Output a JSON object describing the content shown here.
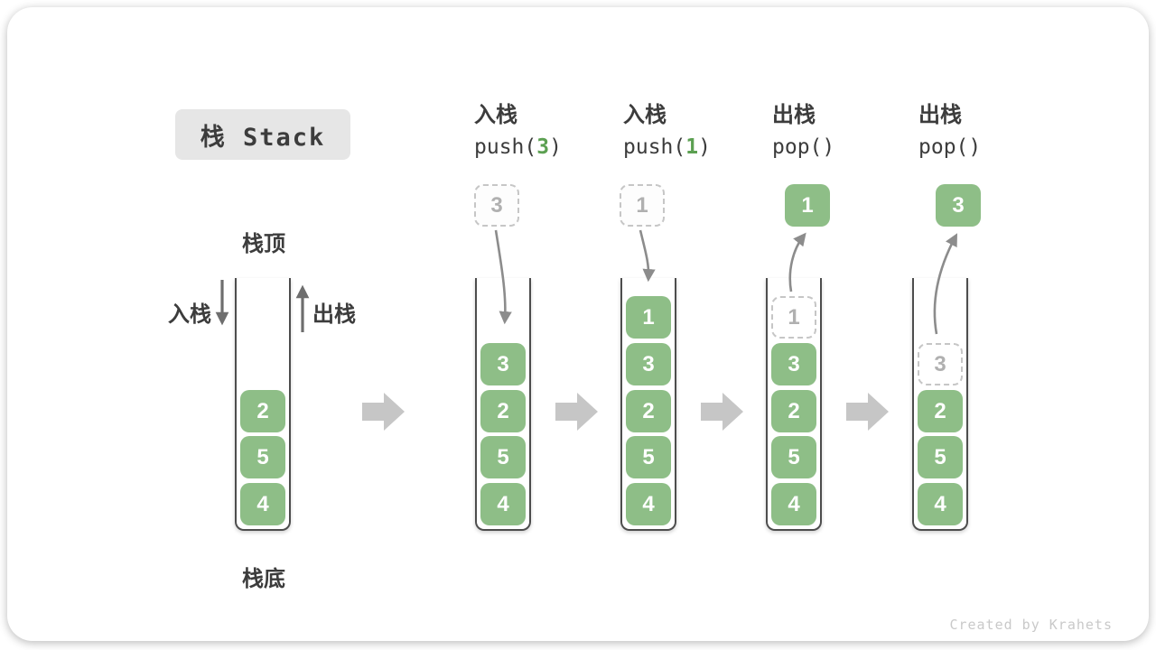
{
  "title": {
    "label": "栈 Stack"
  },
  "legend": {
    "stack_top": "栈顶",
    "stack_bottom": "栈底",
    "push": "入栈",
    "pop": "出栈"
  },
  "operations": [
    {
      "name": "入栈",
      "code_prefix": "push(",
      "code_arg": "3",
      "code_suffix": ")"
    },
    {
      "name": "入栈",
      "code_prefix": "push(",
      "code_arg": "1",
      "code_suffix": ")"
    },
    {
      "name": "出栈",
      "code_prefix": "pop(",
      "code_arg": "",
      "code_suffix": ")"
    },
    {
      "name": "出栈",
      "code_prefix": "pop(",
      "code_arg": "",
      "code_suffix": ")"
    }
  ],
  "stacks": [
    {
      "blocks": [
        "2",
        "5",
        "4"
      ]
    },
    {
      "floating": "3",
      "floating_style": "dashed",
      "blocks": [
        "3",
        "2",
        "5",
        "4"
      ]
    },
    {
      "floating": "1",
      "floating_style": "dashed",
      "blocks": [
        "1",
        "3",
        "2",
        "5",
        "4"
      ]
    },
    {
      "floating": "1",
      "floating_style": "solid",
      "ghost": "1",
      "blocks": [
        "3",
        "2",
        "5",
        "4"
      ]
    },
    {
      "floating": "3",
      "floating_style": "solid",
      "ghost": "3",
      "blocks": [
        "2",
        "5",
        "4"
      ]
    }
  ],
  "colors": {
    "chip_bg": "#e6e6e6",
    "text": "#3c3c3c",
    "block_green": "#8ebe87",
    "code_green": "#5ca052",
    "dashed_border": "#c6c6c6",
    "dashed_text": "#b0b0b0",
    "flow_arrow": "#c6c6c6",
    "curve_arrow": "#8c8c8c",
    "side_arrow": "#6e6e6e"
  },
  "watermark": "Created by Krahets"
}
